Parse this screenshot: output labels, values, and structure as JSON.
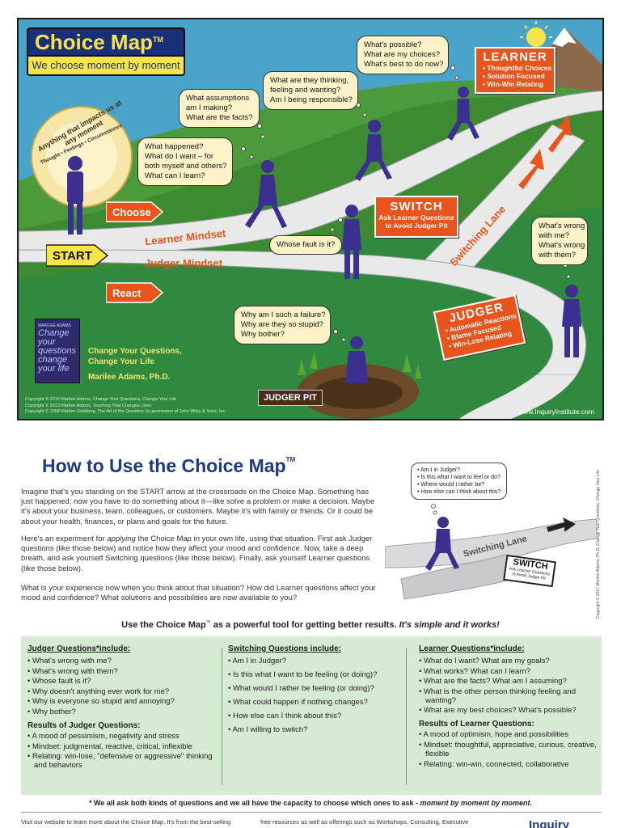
{
  "map": {
    "title": "Choice Map",
    "title_tm": "TM",
    "subtitle": "We choose moment by moment",
    "circle_text": "Anything that impacts us at any moment",
    "circle_inner": "Thought • Feelings • Circumstances",
    "bubbles": {
      "start": [
        "What happened?",
        "What do I want – for",
        "both myself and others?",
        "What can I learn?"
      ],
      "assumptions": [
        "What assumptions",
        "am I making?",
        "What are the facts?"
      ],
      "thinking": [
        "What are they thinking,",
        "feeling and wanting?",
        "Am I being responsible?"
      ],
      "possible": [
        "What's possible?",
        "What are my choices?",
        "What's best to do now?"
      ],
      "fault": [
        "Whose fault is it?"
      ],
      "failure": [
        "Why am I such a failure?",
        "Why are they so stupid?",
        "Why bother?"
      ],
      "wrong": [
        "What's wrong",
        "with me?",
        "What's wrong",
        "with them?"
      ]
    },
    "learner_sign": {
      "title": "LEARNER",
      "items": [
        "• Thoughtful Choices",
        "• Solution Focused",
        "• Win-Win Relating"
      ]
    },
    "switch_sign": {
      "title": "SWITCH",
      "sub": [
        "Ask Learner Questions",
        "to Avoid Judger Pit"
      ]
    },
    "judger_sign": {
      "title": "JUDGER",
      "items": [
        "• Automatic Reactions",
        "• Blame Focused",
        "• Win-Lose Relating"
      ]
    },
    "choose": "Choose",
    "react": "React",
    "start": "START",
    "learner_mindset": "Learner Mindset",
    "judger_mindset": "Judger Mindset",
    "switching_lane": "Switching Lane",
    "judger_pit": "JUDGER PIT",
    "book": {
      "author": "MARILEE ADAMS",
      "title": [
        "Change",
        "your",
        "questions",
        "change",
        "your life"
      ]
    },
    "caption": [
      "Change Your Questions,",
      "Change Your Life",
      "",
      "Marilee Adams, Ph.D."
    ],
    "copyright": [
      "Copyright © 2016 Marilee Adams, Change Your Questions, Change Your Life",
      "Copyright © 2013 Marilee Adams, Teaching That Changes Lives",
      "Copyright © 1998 Marilee Goldberg, The Art of the Question; by permission of John Wiley & Sons, Inc."
    ],
    "website": "www.InquiryInstitute.com",
    "colors": {
      "sky": "#4aa3c9",
      "road": "#e9e9ea",
      "sign": "#e8541c",
      "figure": "#3b2f8f"
    }
  },
  "howto": {
    "title": "How to Use the Choice Map",
    "title_tm": "TM",
    "p1": "Imagine that's you standing on the START arrow at the crossroads on the Choice Map. Something has just happened; now you have to do something about it—like solve a problem or make a decision. Maybe it's about your business, team, colleagues, or customers. Maybe it's with family or friends. Or it could be about your health, finances, or plans and goals for the future.",
    "p2a": "Here's an experiment for ",
    "p2i": "applying",
    "p2b": " the Choice Map in your own life, using that situation. First ask Judger questions (like those below) and notice how they affect your mood and confidence. Now, take a deep breath, and ask yourself Switching questions (like those below). Finally, ask yourself Learner questions (like those below).",
    "p3": "What is your experience now when you think about that situation? How did Learner questions affect your mood and confidence? What solutions and possibilities are now available to you?",
    "mini_bubble": [
      "• Am I in Judger?",
      "• Is this what I want to feel or do?",
      "• Where would I rather be?",
      "• How else can I think about this?"
    ],
    "mini_lane": "Switching Lane",
    "mini_switch": "SWITCH",
    "mini_switch_sub": [
      "Ask Learner Questions",
      "to Avoid Judger Pit"
    ],
    "side_copyright": "Copyright © 2017 Marilee Adams, Ph.D. Change Your Questions, Change Your Life"
  },
  "tagline": {
    "a": "Use the Choice Map",
    "tm": "™",
    "b": " as a powerful tool for getting better results. ",
    "c": "It's simple and it works!"
  },
  "columns": {
    "judger": {
      "heading": "Judger Questions*include:",
      "items": [
        "What's wrong with me?",
        "What's wrong with them?",
        "Whose fault is it?",
        "Why doesn't anything ever work for me?",
        "Why is everyone so stupid and annoying?",
        "Why bother?"
      ],
      "results_heading": "Results of Judger Questions:",
      "results": [
        "A mood of pessimism, negativity and stress",
        "Mindset: judgmental, reactive, critical, inflexible",
        "Relating: win-lose, \"defensive or aggressive\" thinking and behaviors"
      ]
    },
    "switching": {
      "heading": "Switching Questions include:",
      "items": [
        "Am I in Judger?",
        "Is this what I want to be feeling (or doing)?",
        "What would I rather be feeling (or doing)?",
        "What could happen if nothing changes?",
        "How else can I think about this?",
        "Am I willing to switch?"
      ]
    },
    "learner": {
      "heading": "Learner Questions*include:",
      "items": [
        "What do I want? What are my goals?",
        "What works? What can I learn?",
        "What are the facts? What am I assuming?",
        "What is the other person thinking feeling and wanting?",
        "What are my best choices? What's possible?"
      ],
      "results_heading": "Results of Learner Questions:",
      "results": [
        "A mood of optimism, hope and possibilities",
        "Mindset: thoughtful, appreciative, curious, creative, flexible",
        "Relating: win-win, connected, collaborative"
      ]
    }
  },
  "footnote": {
    "a": "* We all ask both kinds of questions and we all have the capacity to choose which ones to ask - ",
    "b": "moment by moment by moment."
  },
  "footer": {
    "visit": "Visit our website to learn more about the Choice Map. It's from the best-selling",
    "visit2": "free resources as well as offerings such as Workshops, Consulting, Executive",
    "logo": "Inquiry"
  }
}
